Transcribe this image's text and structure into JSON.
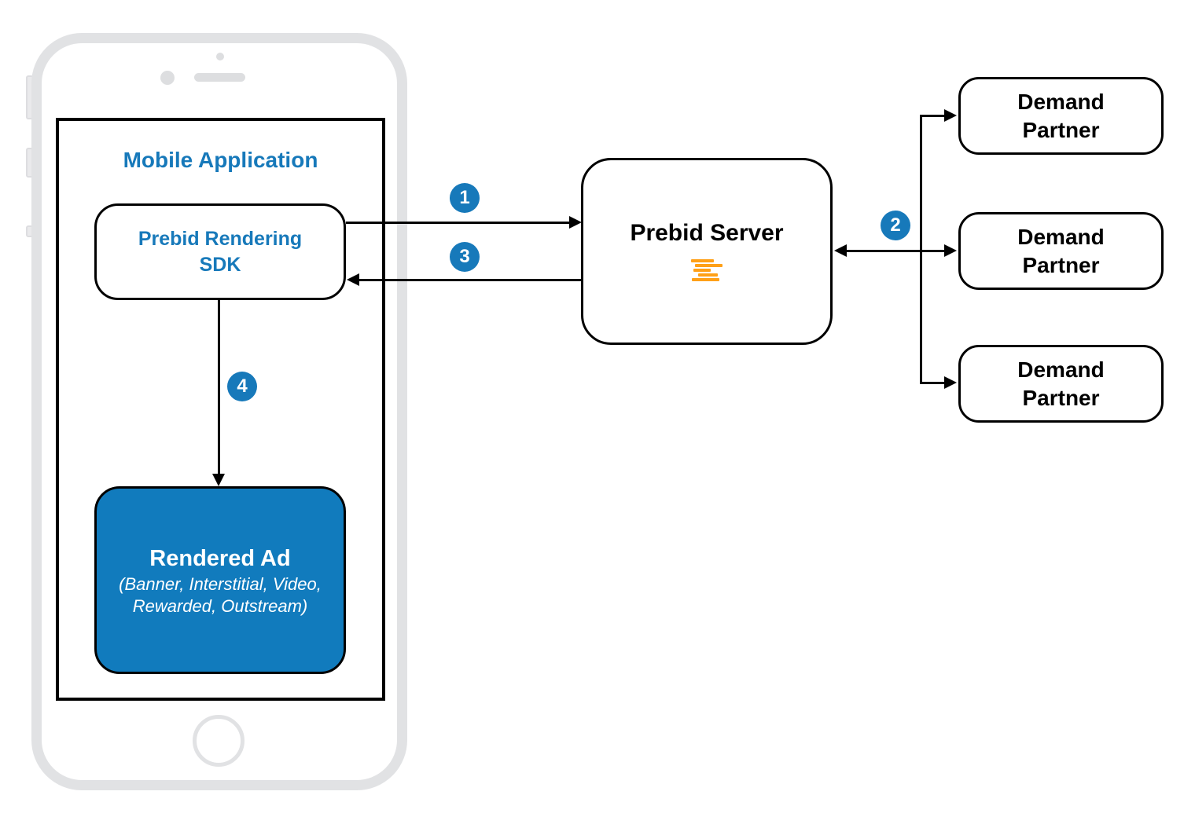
{
  "diagram": {
    "mobile_app": {
      "title": "Mobile Application"
    },
    "sdk": {
      "label": "Prebid Rendering\nSDK"
    },
    "rendered_ad": {
      "title": "Rendered Ad",
      "subtitle": "(Banner, Interstitial, Video,\nRewarded, Outstream)"
    },
    "server": {
      "label": "Prebid Server"
    },
    "demand_partners": [
      {
        "label": "Demand\nPartner"
      },
      {
        "label": "Demand\nPartner"
      },
      {
        "label": "Demand\nPartner"
      }
    ],
    "steps": [
      {
        "number": "1"
      },
      {
        "number": "2"
      },
      {
        "number": "3"
      },
      {
        "number": "4"
      }
    ],
    "colors": {
      "accent_blue": "#1779ba",
      "ad_fill_blue": "#117bbd",
      "logo_orange": "#ffa017",
      "phone_gray": "#e1e2e4",
      "line_black": "#000000"
    }
  }
}
